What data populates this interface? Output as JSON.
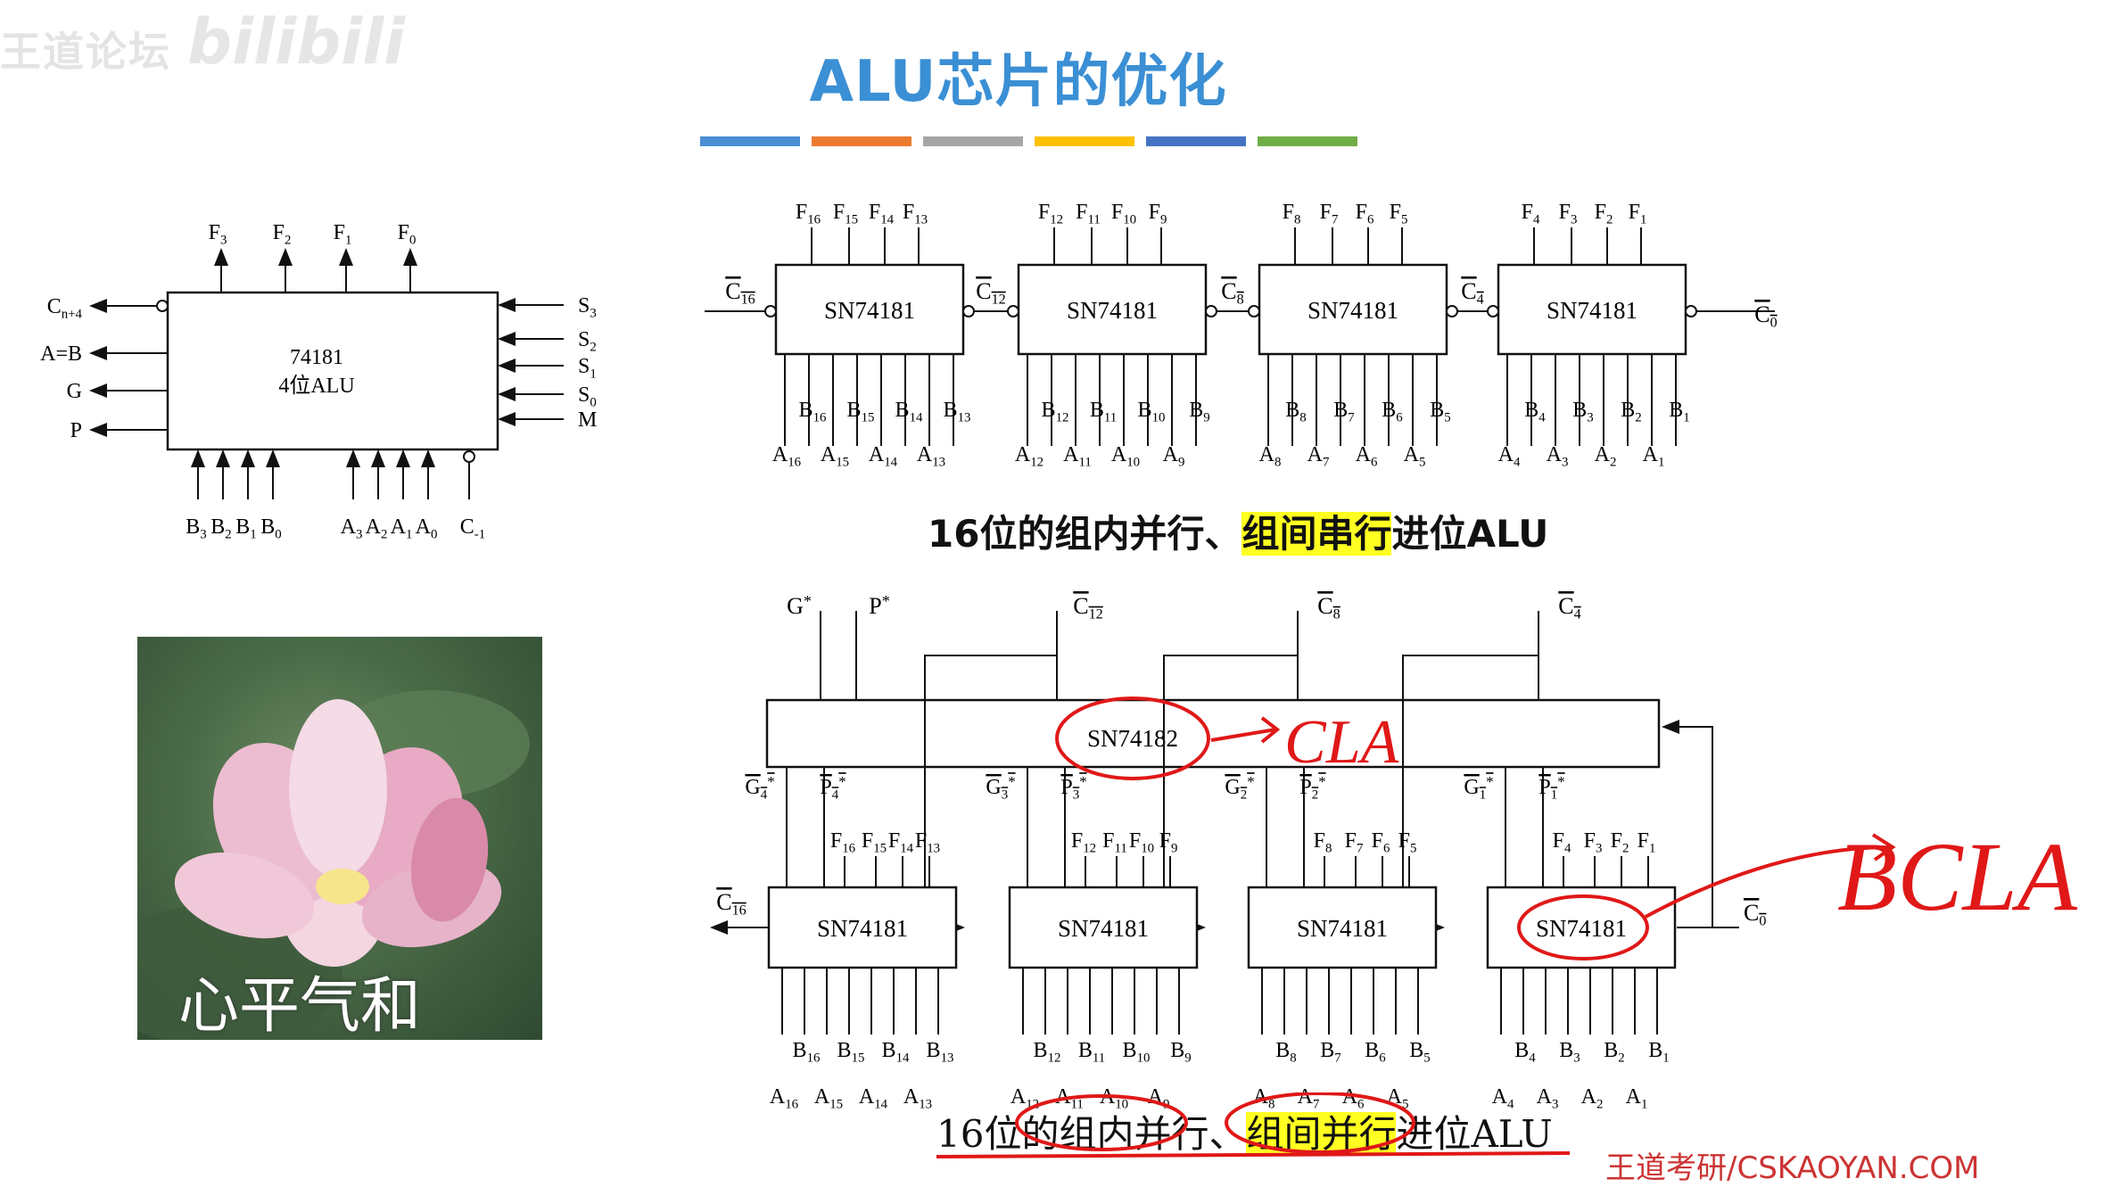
{
  "watermark": {
    "left": "王道论坛",
    "logo": "bilibili"
  },
  "slide": {
    "title": "ALU芯片的优化",
    "accent": "#3b8fd4",
    "color_bars": [
      "#4a8fd3",
      "#ed7b2f",
      "#a5a5a5",
      "#ffc000",
      "#4472c4",
      "#70ad47"
    ]
  },
  "alu74181": {
    "name": "74181",
    "desc": "4位ALU",
    "outputs_top": [
      "F3",
      "F2",
      "F1",
      "F0"
    ],
    "outputs_left": [
      "Cn+4",
      "A=B",
      "G",
      "P"
    ],
    "inputs_right": [
      "S3",
      "S2",
      "S1",
      "S0",
      "M"
    ],
    "inputs_bottom_b": [
      "B3",
      "B2",
      "B1",
      "B0"
    ],
    "inputs_bottom_a": [
      "A3",
      "A2",
      "A1",
      "A0"
    ],
    "carry_in": "C-1"
  },
  "photo": {
    "caption": "心平气和"
  },
  "serial": {
    "chip": "SN74181",
    "chips": [
      {
        "f": [
          "F16",
          "F15",
          "F14",
          "F13"
        ],
        "b": [
          "B16",
          "B15",
          "B14",
          "B13"
        ],
        "a": [
          "A16",
          "A15",
          "A14",
          "A13"
        ]
      },
      {
        "f": [
          "F12",
          "F11",
          "F10",
          "F9"
        ],
        "b": [
          "B12",
          "B11",
          "B10",
          "B9"
        ],
        "a": [
          "A12",
          "A11",
          "A10",
          "A9"
        ]
      },
      {
        "f": [
          "F8",
          "F7",
          "F6",
          "F5"
        ],
        "b": [
          "B8",
          "B7",
          "B6",
          "B5"
        ],
        "a": [
          "A8",
          "A7",
          "A6",
          "A5"
        ]
      },
      {
        "f": [
          "F4",
          "F3",
          "F2",
          "F1"
        ],
        "b": [
          "B4",
          "B3",
          "B2",
          "B1"
        ],
        "a": [
          "A4",
          "A3",
          "A2",
          "A1"
        ]
      }
    ],
    "carries": [
      "C16",
      "C12",
      "C8",
      "C4",
      "C0"
    ],
    "caption_a": "16位的组内并行、",
    "caption_hl": "组间串行",
    "caption_b": "进位ALU"
  },
  "parallel": {
    "cla_chip": "SN74182",
    "g_out": "G*",
    "p_out": "P*",
    "top_carries": [
      "C12",
      "C8",
      "C4"
    ],
    "gp_labels": [
      [
        "G4*",
        "P4*"
      ],
      [
        "G3*",
        "P3*"
      ],
      [
        "G2*",
        "P2*"
      ],
      [
        "G1*",
        "P1*"
      ]
    ],
    "chips": [
      {
        "f": [
          "F16",
          "F15",
          "F14",
          "F13"
        ],
        "b": [
          "B16",
          "B15",
          "B14",
          "B13"
        ],
        "a": [
          "A16",
          "A15",
          "A14",
          "A13"
        ]
      },
      {
        "f": [
          "F12",
          "F11",
          "F10",
          "F9"
        ],
        "b": [
          "B12",
          "B11",
          "B10",
          "B9"
        ],
        "a": [
          "A12",
          "A11",
          "A10",
          "A9"
        ]
      },
      {
        "f": [
          "F8",
          "F7",
          "F6",
          "F5"
        ],
        "b": [
          "B8",
          "B7",
          "B6",
          "B5"
        ],
        "a": [
          "A8",
          "A7",
          "A6",
          "A5"
        ]
      },
      {
        "f": [
          "F4",
          "F3",
          "F2",
          "F1"
        ],
        "b": [
          "B4",
          "B3",
          "B2",
          "B1"
        ],
        "a": [
          "A4",
          "A3",
          "A2",
          "A1"
        ]
      }
    ],
    "c16": "C16",
    "c0": "C0",
    "caption_a": "16位的组内并行、",
    "caption_hl": "组间并行",
    "caption_b": "进位ALU",
    "annot_cla": "CLA",
    "annot_bcla": "BCLA",
    "annot_color": "#e01818"
  },
  "bottom_watermark": "王道考研/CSKAOYAN.COM"
}
